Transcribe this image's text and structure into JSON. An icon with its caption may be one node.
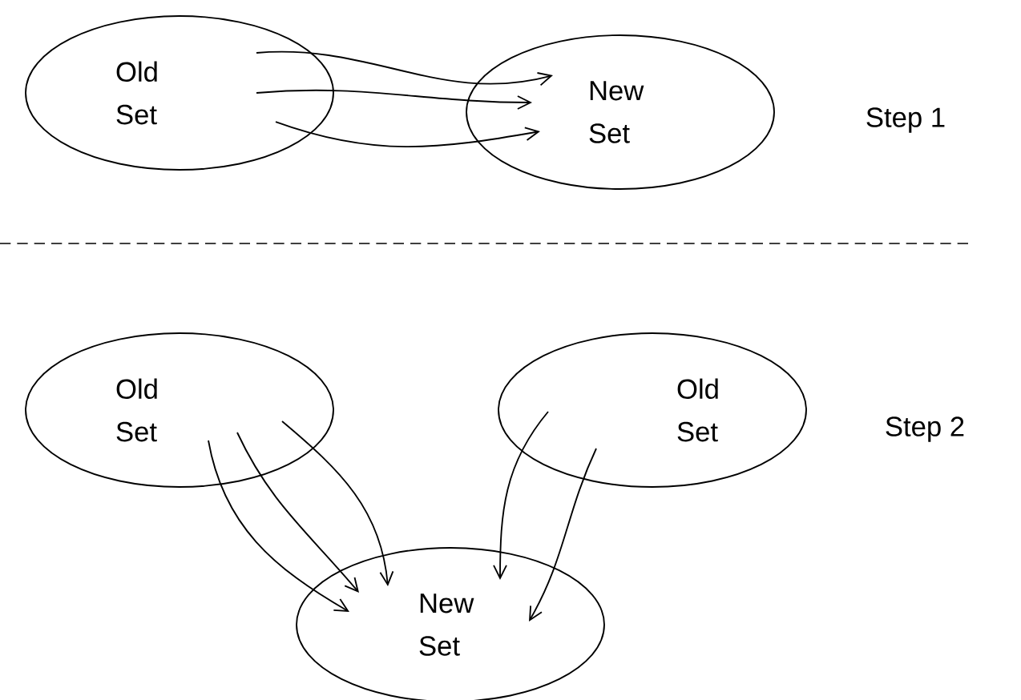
{
  "diagram": {
    "nodes": [
      {
        "text": [
          "Old Set"
        ]
      },
      {
        "text": [
          "New Set"
        ]
      },
      {
        "text": [
          "Old Set"
        ]
      },
      {
        "text": [
          "Old Set"
        ]
      },
      {
        "text": [
          "New Set"
        ]
      }
    ],
    "edges": [
      {
        "from": 0,
        "to": 1,
        "arrow": "to"
      },
      {
        "from": 0,
        "to": 1,
        "arrow": "to"
      },
      {
        "from": 0,
        "to": 1,
        "arrow": "to"
      },
      {
        "from": 2,
        "to": 4,
        "arrow": "to"
      },
      {
        "from": 2,
        "to": 4,
        "arrow": "to"
      },
      {
        "from": 2,
        "to": 4,
        "arrow": "to"
      },
      {
        "from": 3,
        "to": 4,
        "arrow": "to"
      },
      {
        "from": 3,
        "to": 4,
        "arrow": "to"
      }
    ],
    "labels": [
      "Step 1",
      "Step 2"
    ]
  }
}
